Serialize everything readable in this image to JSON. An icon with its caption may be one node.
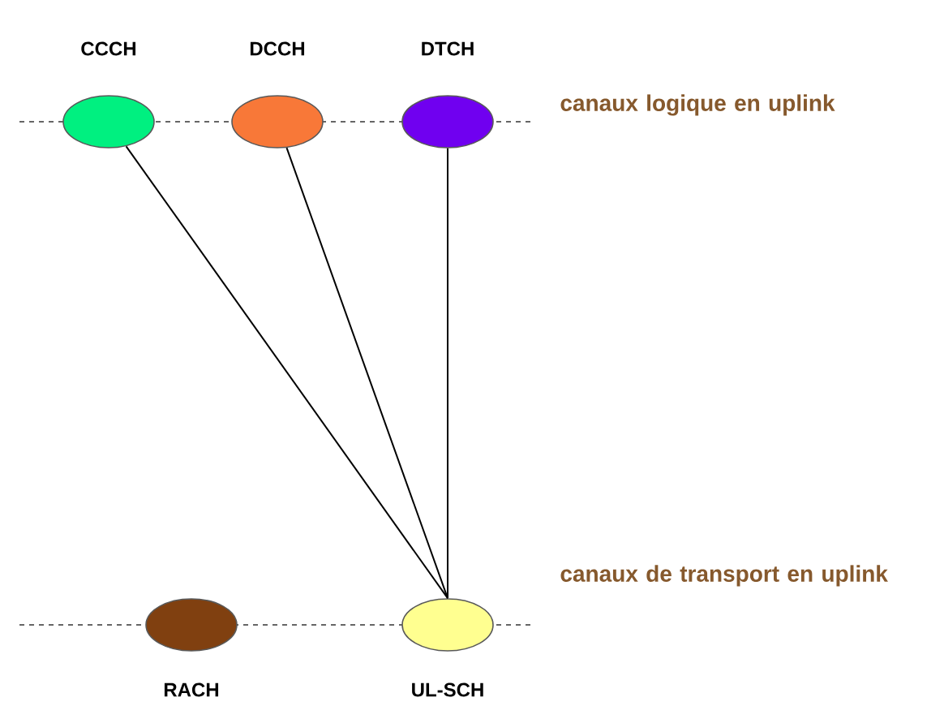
{
  "diagram": {
    "nodes": [
      {
        "text": [
          "CCCH"
        ]
      },
      {
        "text": [
          "DCCH"
        ]
      },
      {
        "text": [
          "DTCH"
        ]
      },
      {
        "text": [
          "RACH"
        ]
      },
      {
        "text": [
          "UL-SCH"
        ]
      }
    ],
    "edges": [
      {
        "from": 0,
        "to": 4,
        "arrow": "none"
      },
      {
        "from": 1,
        "to": 4,
        "arrow": "none"
      },
      {
        "from": 2,
        "to": 4,
        "arrow": "none"
      }
    ],
    "labels": [
      "canaux logique en uplink",
      "canaux de transport en uplink"
    ]
  }
}
